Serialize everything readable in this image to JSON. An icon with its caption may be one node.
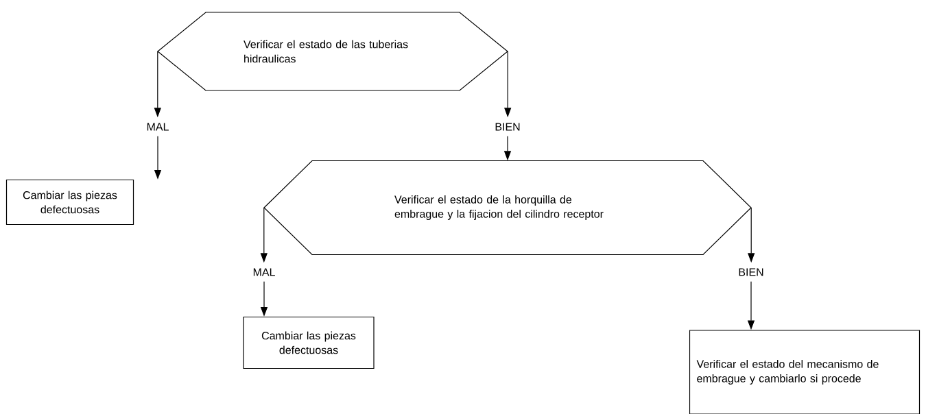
{
  "diagram": {
    "nodes": [
      {
        "text": [
          "Verificar el estado de las tuberias hidraulicas"
        ]
      },
      {
        "text": [
          "MAL"
        ]
      },
      {
        "text": [
          "BIEN"
        ]
      },
      {
        "text": [
          "Cambiar las piezas defectuosas"
        ]
      },
      {
        "text": [
          "Verificar el estado de la horquilla de embrague y la fijacion del cilindro receptor"
        ]
      },
      {
        "text": [
          "MAL"
        ]
      },
      {
        "text": [
          "BIEN"
        ]
      },
      {
        "text": [
          "Cambiar las piezas defectuosas"
        ]
      },
      {
        "text": [
          "Verificar el estado del mecanismo de embrague y cambiarlo si procede"
        ]
      }
    ],
    "edges": [
      {
        "from": 0,
        "to": 1,
        "arrow": "to"
      },
      {
        "from": 0,
        "to": 2,
        "arrow": "to"
      },
      {
        "from": 1,
        "to": 3,
        "arrow": "to"
      },
      {
        "from": 2,
        "to": 4,
        "arrow": "to"
      },
      {
        "from": 4,
        "to": 5,
        "arrow": "to"
      },
      {
        "from": 4,
        "to": 6,
        "arrow": "to"
      },
      {
        "from": 5,
        "to": 7,
        "arrow": "to"
      },
      {
        "from": 6,
        "to": 8,
        "arrow": "to"
      }
    ]
  }
}
